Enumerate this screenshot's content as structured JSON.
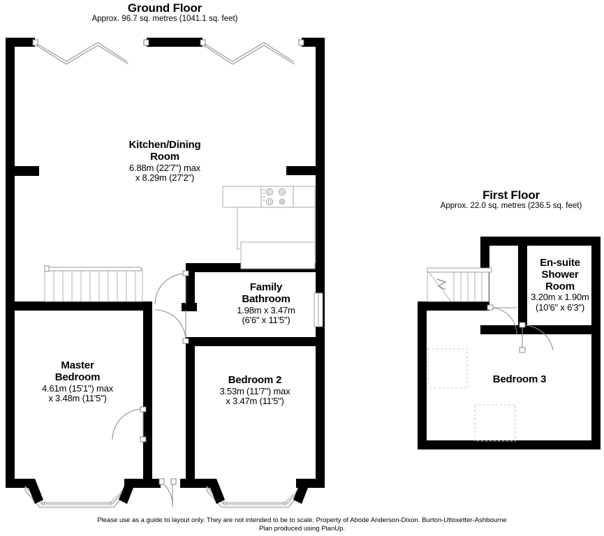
{
  "document": {
    "type": "floor-plan",
    "background_color": "#ffffff",
    "wall_color": "#000000",
    "fixture_line_color": "#b4b4b4",
    "eaves_line_color": "#c8c8c8"
  },
  "floors": [
    {
      "id": "ground-floor",
      "title": "Ground Floor",
      "area_text": "Approx. 96.7 sq. metres (1041.1 sq. feet)",
      "area_metric": 96.7,
      "area_imperial": 1041.1,
      "rooms": [
        {
          "id": "kitchen-dining-room",
          "name_line1": "Kitchen/Dining",
          "name_line2": "Room",
          "dims_line1": "6.88m (22'7\") max",
          "dims_line2": "x 8.29m (27'2\")"
        },
        {
          "id": "family-bathroom",
          "name_line1": "Family",
          "name_line2": "Bathroom",
          "dims_line1": "1.98m x 3.47m",
          "dims_line2": "(6'6\" x 11'5\")"
        },
        {
          "id": "master-bedroom",
          "name_line1": "Master",
          "name_line2": "Bedroom",
          "dims_line1": "4.61m (15'1\") max",
          "dims_line2": "x 3.48m (11'5\")"
        },
        {
          "id": "bedroom-2",
          "name_line1": "Bedroom 2",
          "name_line2": "",
          "dims_line1": "3.53m (11'7\") max",
          "dims_line2": "x 3.47m (11'5\")"
        }
      ]
    },
    {
      "id": "first-floor",
      "title": "First Floor",
      "area_text": "Approx. 22.0 sq. metres (236.5 sq. feet)",
      "area_metric": 22.0,
      "area_imperial": 236.5,
      "rooms": [
        {
          "id": "en-suite-shower-room",
          "name_line1": "En-suite",
          "name_line2": "Shower",
          "name_line3": "Room",
          "dims_line1": "3.20m x 1.90m",
          "dims_line2": "(10'6\" x 6'3\")"
        },
        {
          "id": "bedroom-3",
          "name_line1": "Bedroom 3",
          "name_line2": "",
          "dims_line1": "",
          "dims_line2": ""
        }
      ]
    }
  ],
  "footer": {
    "line1": "Please use as a guide to layout only. They are not intended to be to scale. Property of Abode Anderson-Dixon. Burton-Uttoxetter-Ashbourne",
    "line2": "Plan produced using PlanUp."
  }
}
